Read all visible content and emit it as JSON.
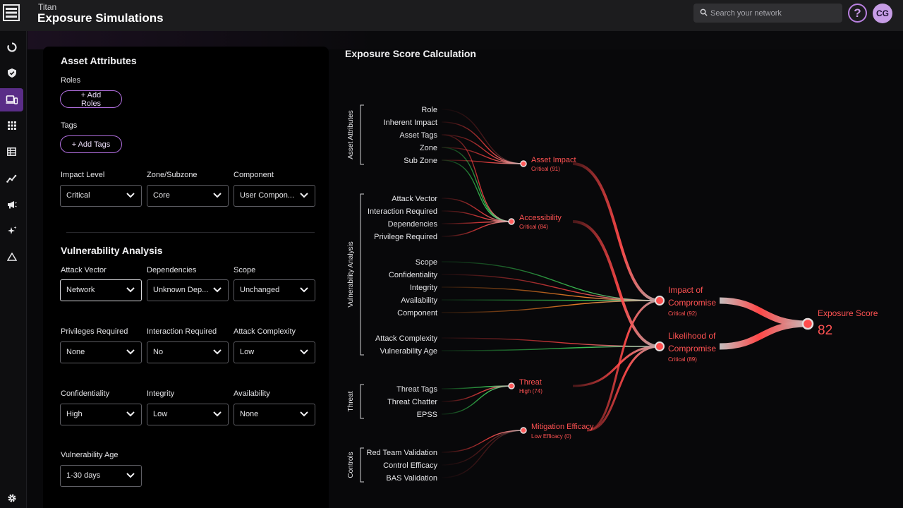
{
  "app": {
    "name": "Titan",
    "title": "Exposure Simulations"
  },
  "search": {
    "placeholder": "Search your network"
  },
  "header": {
    "help_label": "?",
    "avatar_initials": "CG"
  },
  "sidebar": {
    "items": [
      {
        "icon": "dashboard-ring-icon"
      },
      {
        "icon": "shield-check-icon"
      },
      {
        "icon": "devices-icon",
        "active": true
      },
      {
        "icon": "apps-grid-icon"
      },
      {
        "icon": "table-icon"
      },
      {
        "icon": "trend-chart-icon"
      },
      {
        "icon": "megaphone-icon"
      },
      {
        "icon": "sparkles-icon"
      },
      {
        "icon": "warning-triangle-icon"
      }
    ],
    "footer_icon": "gear-icon"
  },
  "asset_attributes": {
    "title": "Asset Attributes",
    "roles_label": "Roles",
    "add_roles": "+ Add Roles",
    "tags_label": "Tags",
    "add_tags": "+ Add Tags",
    "impact_level": {
      "label": "Impact Level",
      "value": "Critical"
    },
    "zone": {
      "label": "Zone/Subzone",
      "value": "Core"
    },
    "component": {
      "label": "Component",
      "value": "User Compon..."
    }
  },
  "vulnerability_analysis": {
    "title": "Vulnerability Analysis",
    "attack_vector": {
      "label": "Attack Vector",
      "value": "Network"
    },
    "dependencies": {
      "label": "Dependencies",
      "value": "Unknown Dep..."
    },
    "scope": {
      "label": "Scope",
      "value": "Unchanged"
    },
    "privileges_required": {
      "label": "Privileges Required",
      "value": "None"
    },
    "interaction_required": {
      "label": "Interaction Required",
      "value": "No"
    },
    "attack_complexity": {
      "label": "Attack Complexity",
      "value": "Low"
    },
    "confidentiality": {
      "label": "Confidentiality",
      "value": "High"
    },
    "integrity": {
      "label": "Integrity",
      "value": "Low"
    },
    "availability": {
      "label": "Availability",
      "value": "None"
    },
    "vulnerability_age": {
      "label": "Vulnerability Age",
      "value": "1-30 days"
    }
  },
  "calculation": {
    "title": "Exposure Score Calculation",
    "groups": [
      "Asset Attributes",
      "Vulnerability Analysis",
      "Threat",
      "Controls"
    ],
    "inputs": {
      "asset": [
        "Role",
        "Inherent Impact",
        "Asset Tags",
        "Zone",
        "Sub Zone"
      ],
      "access": [
        "Attack Vector",
        "Interaction Required",
        "Dependencies",
        "Privilege Required"
      ],
      "impact_inputs": [
        "Scope",
        "Confidentiality",
        "Integrity",
        "Availability",
        "Component"
      ],
      "likelihood_inputs": [
        "Attack Complexity",
        "Vulnerability Age"
      ],
      "threat": [
        "Threat Tags",
        "Threat Chatter",
        "EPSS"
      ],
      "controls": [
        "Red Team Validation",
        "Control Efficacy",
        "BAS Validation"
      ]
    },
    "nodes": {
      "asset_impact": {
        "label": "Asset Impact",
        "sub": "Critical (91)"
      },
      "accessibility": {
        "label": "Accessibility",
        "sub": "Critical (84)"
      },
      "threat": {
        "label": "Threat",
        "sub": "High (74)"
      },
      "mitigation": {
        "label": "Mitigation Efficacy",
        "sub": "Low Efficacy (0)"
      },
      "impact_of_compromise": {
        "label1": "Impact of",
        "label2": "Compromise",
        "sub": "Critical (92)"
      },
      "likelihood_of_compromise": {
        "label1": "Likelihood of",
        "label2": "Compromise",
        "sub": "Critical (89)"
      },
      "exposure": {
        "label": "Exposure Score",
        "value": "82"
      }
    }
  },
  "colors": {
    "accent": "#b06ede",
    "critical": "#ff4d4d",
    "green": "#3fc45a",
    "orange": "#ff8a2a"
  }
}
